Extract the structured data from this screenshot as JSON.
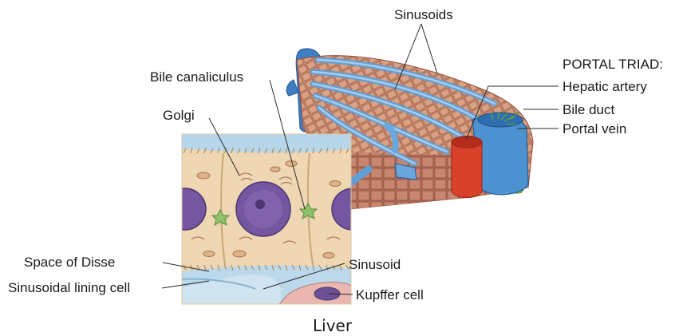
{
  "labels": {
    "sinusoids": "Sinusoids",
    "bile_canaliculus": "Bile canaliculus",
    "golgi": "Golgi",
    "portal_triad": "PORTAL TRIAD:",
    "hepatic_artery": "Hepatic artery",
    "bile_duct": "Bile duct",
    "portal_vein": "Portal vein",
    "space_of_disse": "Space of Disse",
    "sinusoid": "Sinusoid",
    "sinusoidal_lining_cell": "Sinusoidal lining cell",
    "kupffer_cell": "Kupffer cell"
  },
  "caption": "Liver",
  "colors": {
    "hepatic_artery": "#d9412b",
    "portal_vein": "#3f86c8",
    "bile_duct": "#6fae4f",
    "hepatocyte": "#e9cfa6",
    "liver_tissue": "#b7705c",
    "sinusoid_blue": "#7fb4dd",
    "nucleus": "#6f4f9a"
  }
}
